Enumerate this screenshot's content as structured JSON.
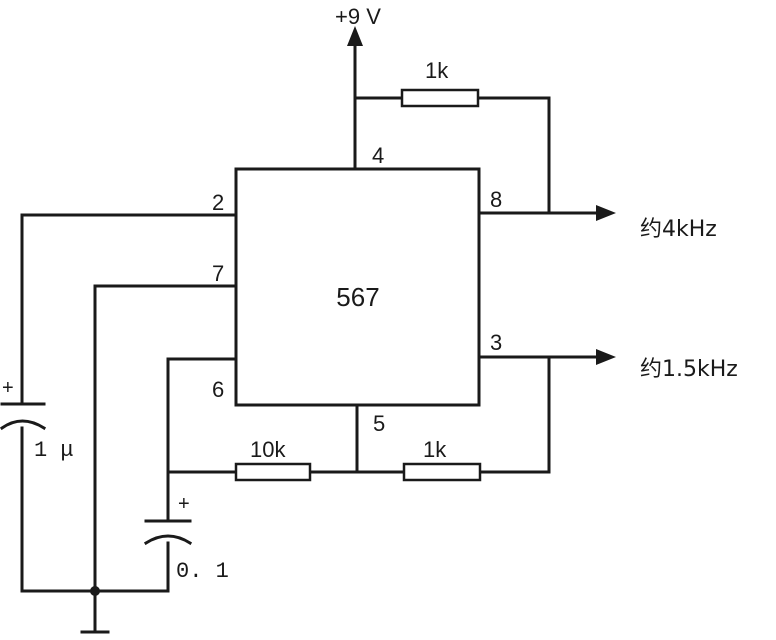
{
  "supply": {
    "label": "+9 V"
  },
  "ic": {
    "label": "567"
  },
  "pins": {
    "p2": "2",
    "p7": "7",
    "p6": "6",
    "p4": "4",
    "p8": "8",
    "p3": "3",
    "p5": "5"
  },
  "resistors": {
    "top": "1k",
    "bottom_left": "10k",
    "bottom_right": "1k"
  },
  "capacitors": {
    "left": "1 μ",
    "left_plus": "+",
    "small": "0. 1",
    "small_plus": "+"
  },
  "outputs": {
    "out1": "约4kHz",
    "out2": "约1.5kHz"
  }
}
